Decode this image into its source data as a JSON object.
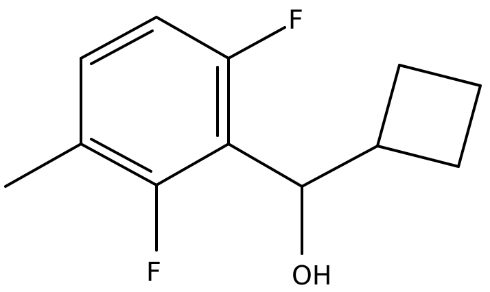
{
  "diagram": {
    "type": "skeletal-structure",
    "atoms": {
      "fluorine_top": "F",
      "fluorine_bottom": "F",
      "hydroxyl": "OH"
    },
    "colors": {
      "bond": "#000000",
      "label": "#000000",
      "background": "#ffffff"
    }
  }
}
